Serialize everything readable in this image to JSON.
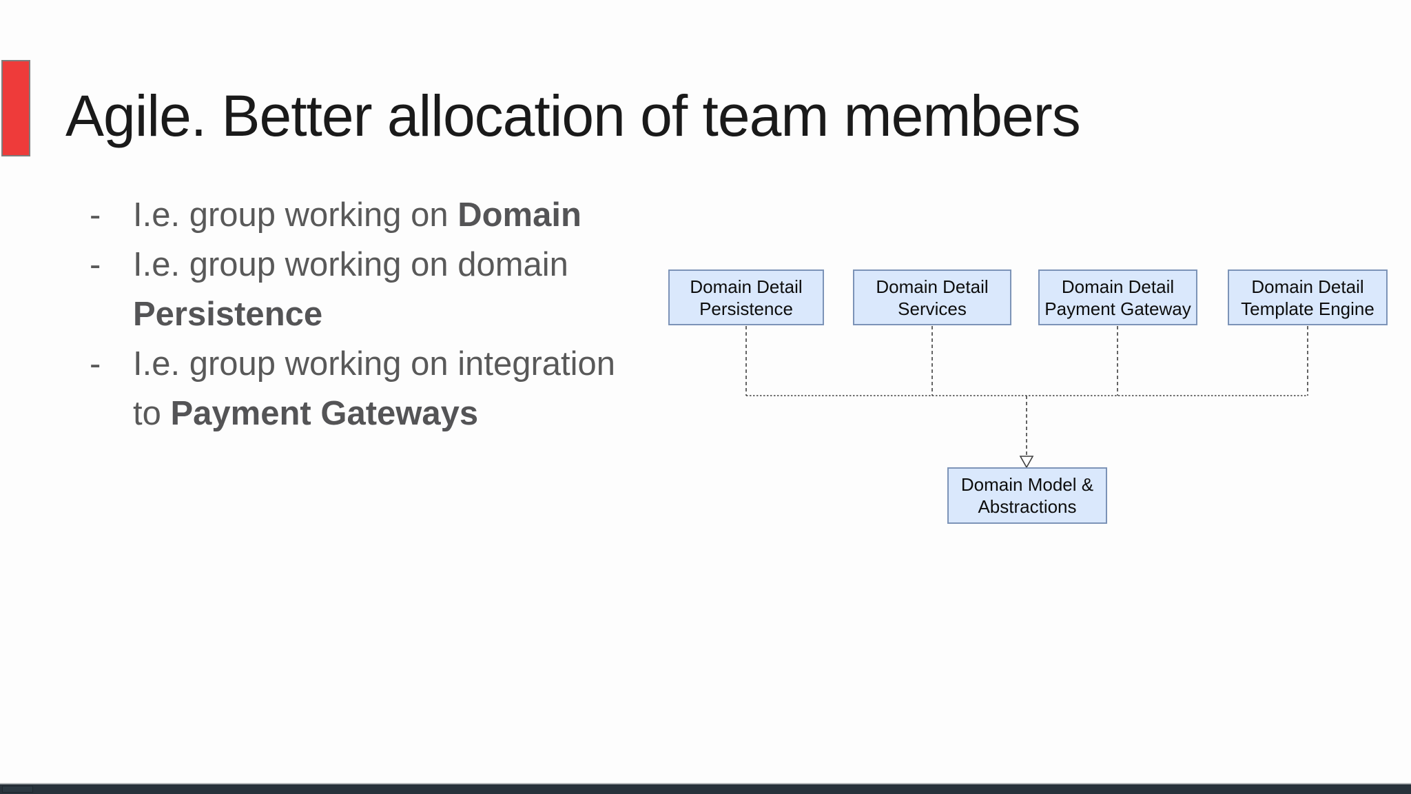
{
  "slide": {
    "title": "Agile. Better allocation of team members",
    "bullet_marker": "-",
    "bullets": [
      {
        "pre": "I.e. group working on ",
        "bold": "Domain"
      },
      {
        "pre": "I.e. group working on domain ",
        "bold": "Persistence"
      },
      {
        "pre": "I.e. group working on integration to ",
        "bold": "Payment Gateways"
      }
    ]
  },
  "diagram": {
    "top_nodes": [
      {
        "line1": "Domain Detail",
        "line2": "Persistence"
      },
      {
        "line1": "Domain Detail",
        "line2": "Services"
      },
      {
        "line1": "Domain Detail",
        "line2": "Payment Gateway"
      },
      {
        "line1": "Domain Detail",
        "line2": "Template Engine"
      }
    ],
    "bottom_node": {
      "line1": "Domain Model &",
      "line2": "Abstractions"
    },
    "arrow_style": "dashed-open-triangle"
  },
  "colors": {
    "accent_red": "#ee3b3a",
    "node_fill": "#dae8fc",
    "node_border": "#7c93b7",
    "title_text": "#1a1a1a",
    "bullet_text": "#595959",
    "connector": "#3f3f3f",
    "bottom_bar": "#28323b"
  }
}
